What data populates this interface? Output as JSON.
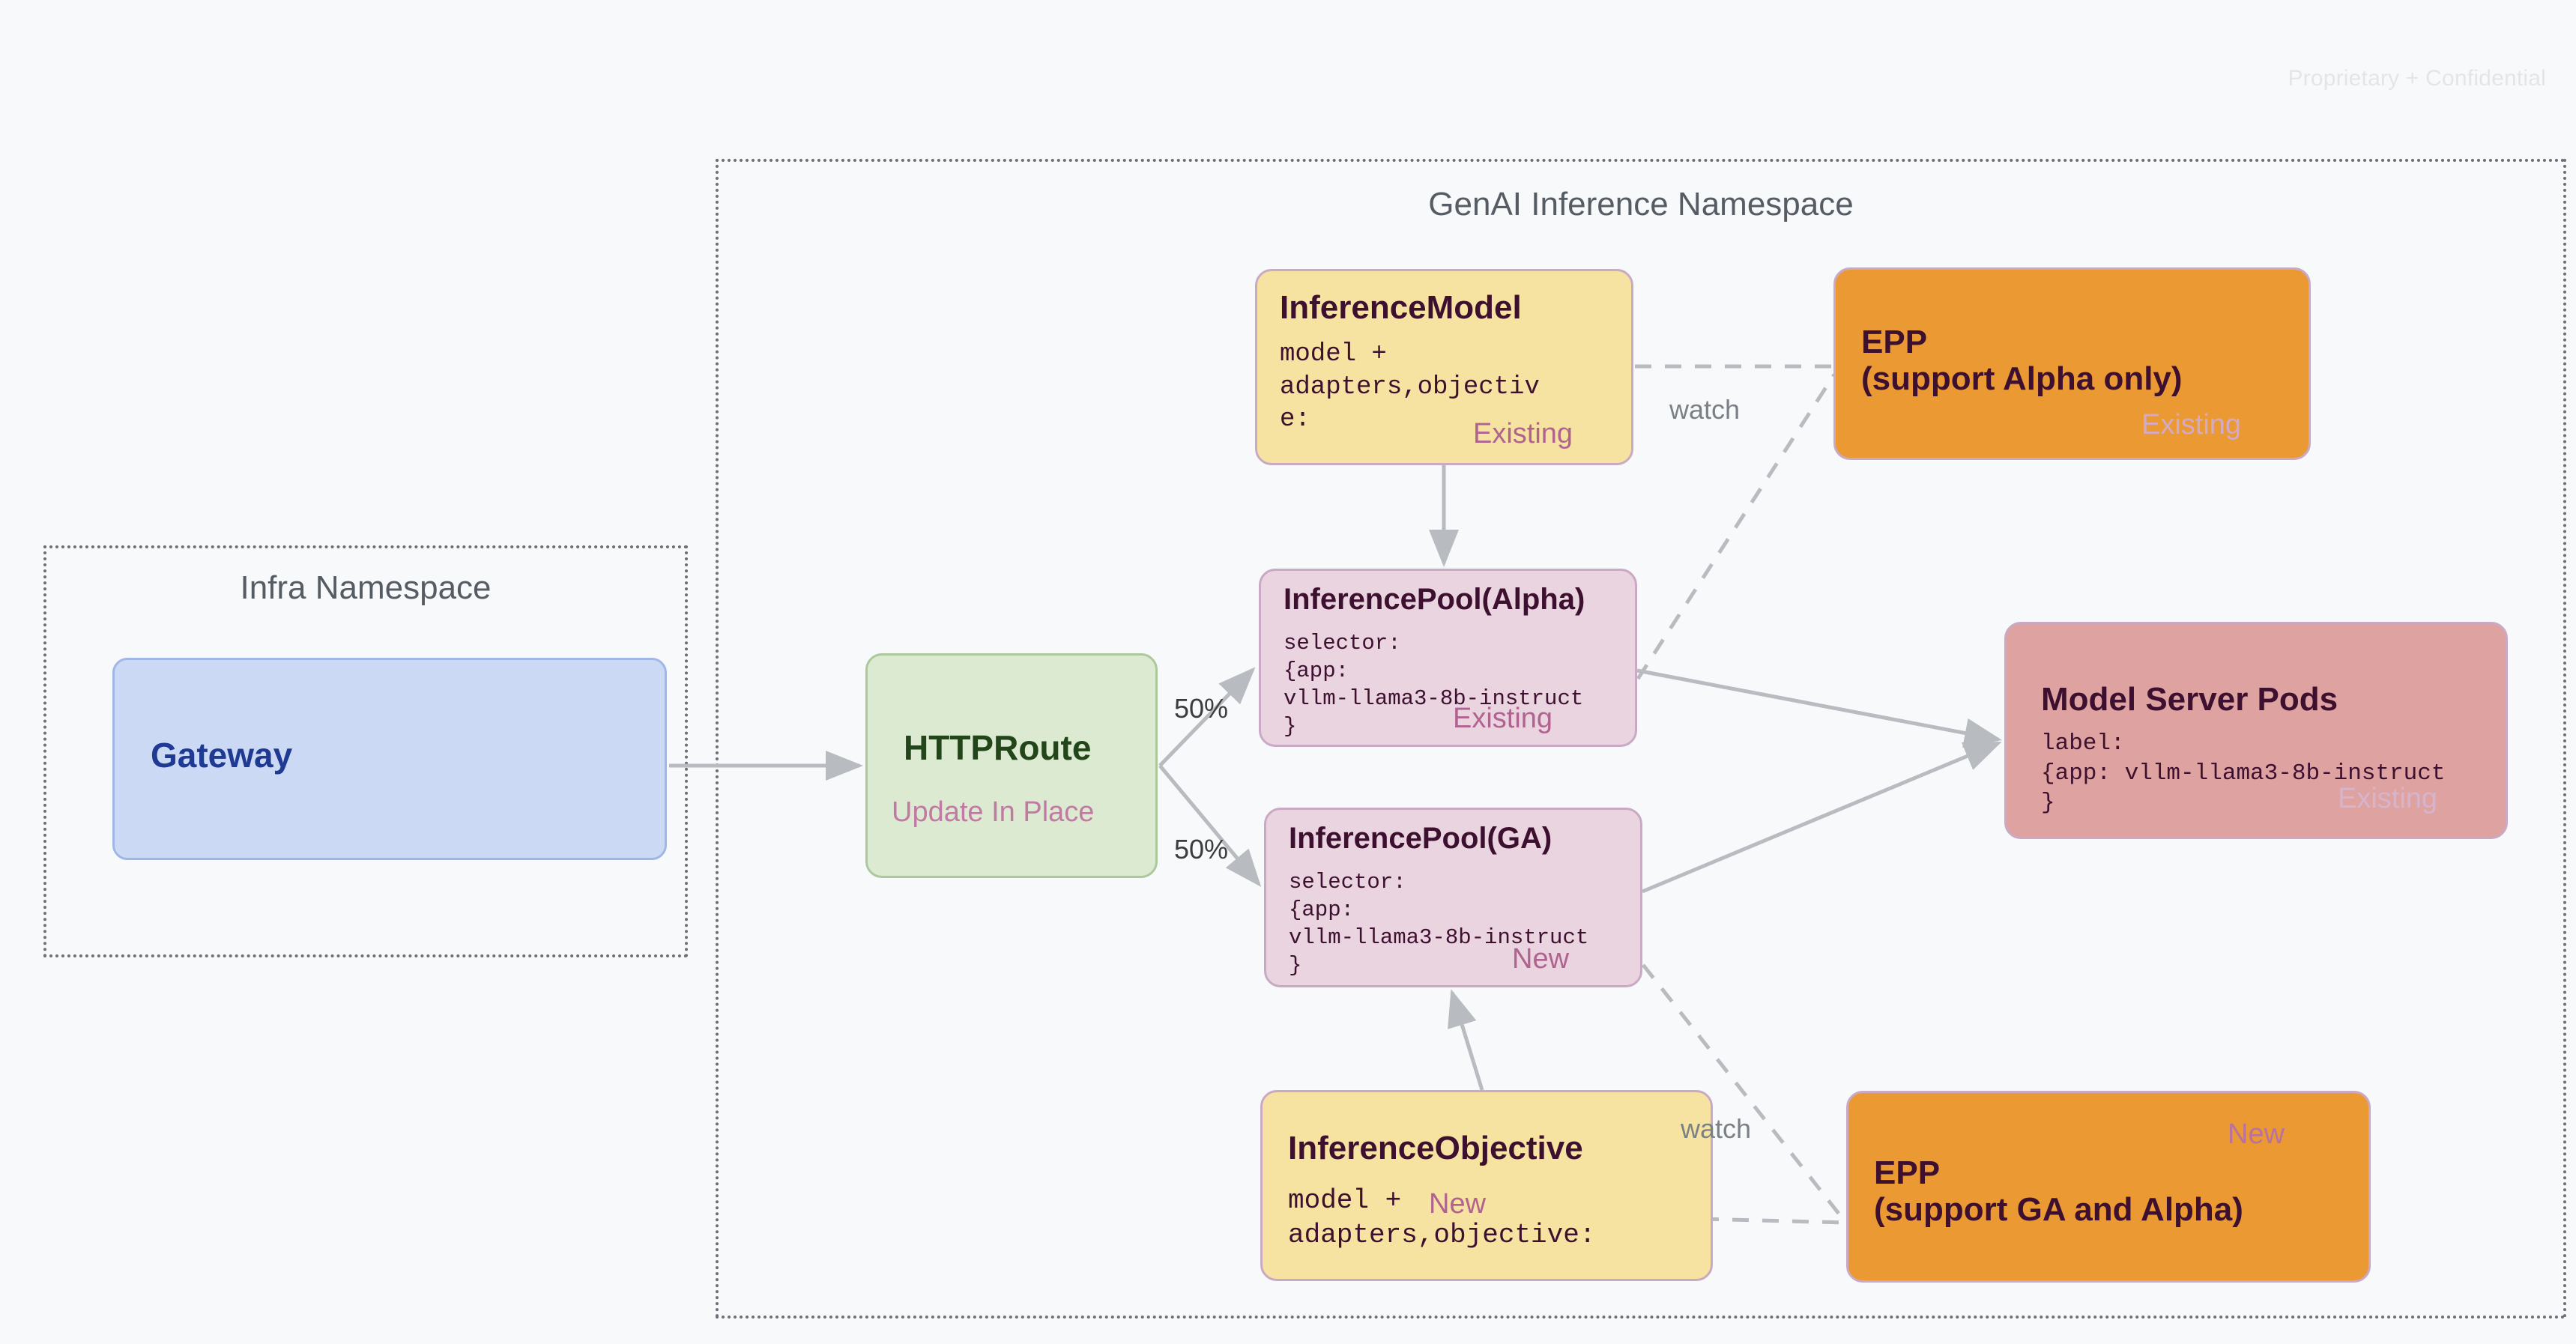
{
  "page": {
    "confidential_notice": "Proprietary + Confidential",
    "background_color": "#f7f9fb"
  },
  "namespaces": [
    {
      "id": "infra",
      "title": "Infra Namespace"
    },
    {
      "id": "genai",
      "title": "GenAI Inference Namespace"
    }
  ],
  "nodes": {
    "gateway": {
      "title": "Gateway",
      "fill": "#ccd9f5",
      "text_color": "#1f3a93"
    },
    "httproute": {
      "title": "HTTPRoute",
      "tag": "Update In Place",
      "fill": "#dbead0",
      "text_color": "#23451a"
    },
    "inference_model": {
      "title": "InferenceModel",
      "code": "model +\nadapters,objectiv\ne:",
      "tag": "Existing",
      "fill": "#f7e3a1"
    },
    "epp_alpha": {
      "title": "EPP\n(support Alpha only)",
      "tag": "Existing",
      "fill": "#eb9a33"
    },
    "pool_alpha": {
      "title": "InferencePool(Alpha)",
      "code": "selector:\n{app:\nvllm-llama3-8b-instruct\n}",
      "tag": "Existing",
      "fill": "#e9d4e0"
    },
    "pool_ga": {
      "title": "InferencePool(GA)",
      "code": "selector:\n{app:\nvllm-llama3-8b-instruct\n}",
      "tag": "New",
      "fill": "#e9d4e0"
    },
    "model_pods": {
      "title": "Model Server Pods",
      "code": "label:\n{app: vllm-llama3-8b-instruct\n}",
      "tag": "Existing",
      "fill": "#dea3a0"
    },
    "inference_objective": {
      "title": "InferenceObjective",
      "code": "model +\nadapters,objective:",
      "tag": "New",
      "fill": "#f7e3a1"
    },
    "epp_ga": {
      "title": "EPP\n(support GA and Alpha)",
      "tag": "New",
      "fill": "#eb9a33"
    }
  },
  "edge_labels": {
    "split_alpha": "50%",
    "split_ga": "50%",
    "watch_top": "watch",
    "watch_bottom": "watch"
  },
  "colors": {
    "edge": "#b8bbbf",
    "node_border": "#caa9c4",
    "tag": "#b0638f",
    "namespace_border": "#6b6f76",
    "namespace_title": "#565c63"
  }
}
